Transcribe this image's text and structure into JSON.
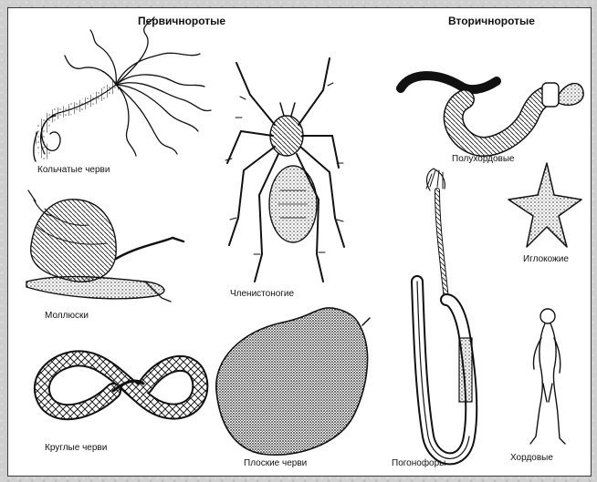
{
  "headings": {
    "protostomes": "Первичноротые",
    "deuterostomes": "Вторичноротые"
  },
  "labels": {
    "annelids": "Кольчатые черви",
    "arthropods": "Членистоногие",
    "molluscs": "Моллюски",
    "roundworms": "Круглые черви",
    "flatworms": "Плоские черви",
    "hemichordates": "Полухордовые",
    "echinoderms": "Иглокожие",
    "pogonophores": "Погонофоры",
    "chordates": "Хордовые"
  },
  "colors": {
    "ink": "#111111",
    "paper": "#ffffff",
    "frame": "#cfcfcf"
  }
}
